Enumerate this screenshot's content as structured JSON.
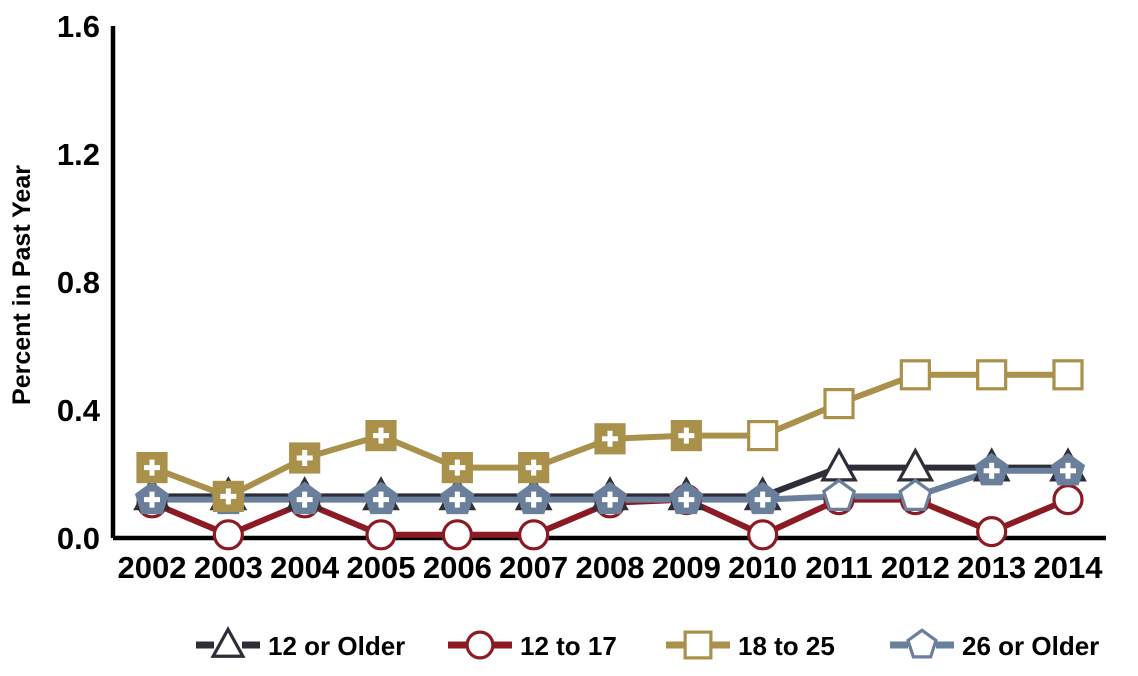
{
  "chart_data": {
    "type": "line",
    "title": "",
    "subtitle": "",
    "xlabel": "",
    "ylabel": "Percent in Past Year",
    "categories": [
      "2002",
      "2003",
      "2004",
      "2005",
      "2006",
      "2007",
      "2008",
      "2009",
      "2010",
      "2011",
      "2012",
      "2013",
      "2014"
    ],
    "x": [
      2002,
      2003,
      2004,
      2005,
      2006,
      2007,
      2008,
      2009,
      2010,
      2011,
      2012,
      2013,
      2014
    ],
    "ylim": [
      0.0,
      1.6
    ],
    "yticks": [
      "0.0",
      "0.4",
      "0.8",
      "1.2",
      "1.6"
    ],
    "ytick_values": [
      0.0,
      0.4,
      0.8,
      1.2,
      1.6
    ],
    "grid": false,
    "legend_position": "bottom",
    "series": [
      {
        "name": "12 or Older",
        "marker": "triangle",
        "color": "#2E2E38",
        "values": [
          0.13,
          0.13,
          0.13,
          0.13,
          0.13,
          0.13,
          0.13,
          0.13,
          0.13,
          0.22,
          0.22,
          0.22,
          0.22
        ]
      },
      {
        "name": "12 to 17",
        "marker": "circle",
        "color": "#8B1A22",
        "values": [
          0.11,
          0.01,
          0.11,
          0.01,
          0.01,
          0.01,
          0.11,
          0.12,
          0.01,
          0.12,
          0.12,
          0.02,
          0.12
        ]
      },
      {
        "name": "18 to 25",
        "marker": "square",
        "color": "#A9914C",
        "values": [
          0.22,
          0.13,
          0.25,
          0.32,
          0.22,
          0.22,
          0.31,
          0.32,
          0.32,
          0.42,
          0.51,
          0.51,
          0.51
        ]
      },
      {
        "name": "26 or Older",
        "marker": "pentagon",
        "color": "#6A7F9B",
        "values": [
          0.12,
          0.12,
          0.12,
          0.12,
          0.12,
          0.12,
          0.12,
          0.12,
          0.12,
          0.13,
          0.13,
          0.21,
          0.21
        ]
      }
    ]
  },
  "axes": {
    "y_title": "Percent in Past Year",
    "y_ticks": [
      "1.6",
      "1.2",
      "0.8",
      "0.4",
      "0.0"
    ],
    "x_ticks": [
      "2002",
      "2003",
      "2004",
      "2005",
      "2006",
      "2007",
      "2008",
      "2009",
      "2010",
      "2011",
      "2012",
      "2013",
      "2014"
    ]
  },
  "legend": {
    "items": [
      {
        "label": "12 or Older",
        "color": "#2E2E38",
        "marker": "triangle-icon"
      },
      {
        "label": "12 to 17",
        "color": "#8B1A22",
        "marker": "circle-icon"
      },
      {
        "label": "18 to 25",
        "color": "#A9914C",
        "marker": "square-icon"
      },
      {
        "label": "26 or Older",
        "color": "#6A7F9B",
        "marker": "pentagon-icon"
      }
    ]
  },
  "colors": {
    "series_12_or_older": "#2E2E38",
    "series_12_to_17": "#8B1A22",
    "series_18_to_25": "#A9914C",
    "series_26_or_older": "#6A7F9B",
    "axis": "#000000",
    "background": "#FFFFFF"
  }
}
